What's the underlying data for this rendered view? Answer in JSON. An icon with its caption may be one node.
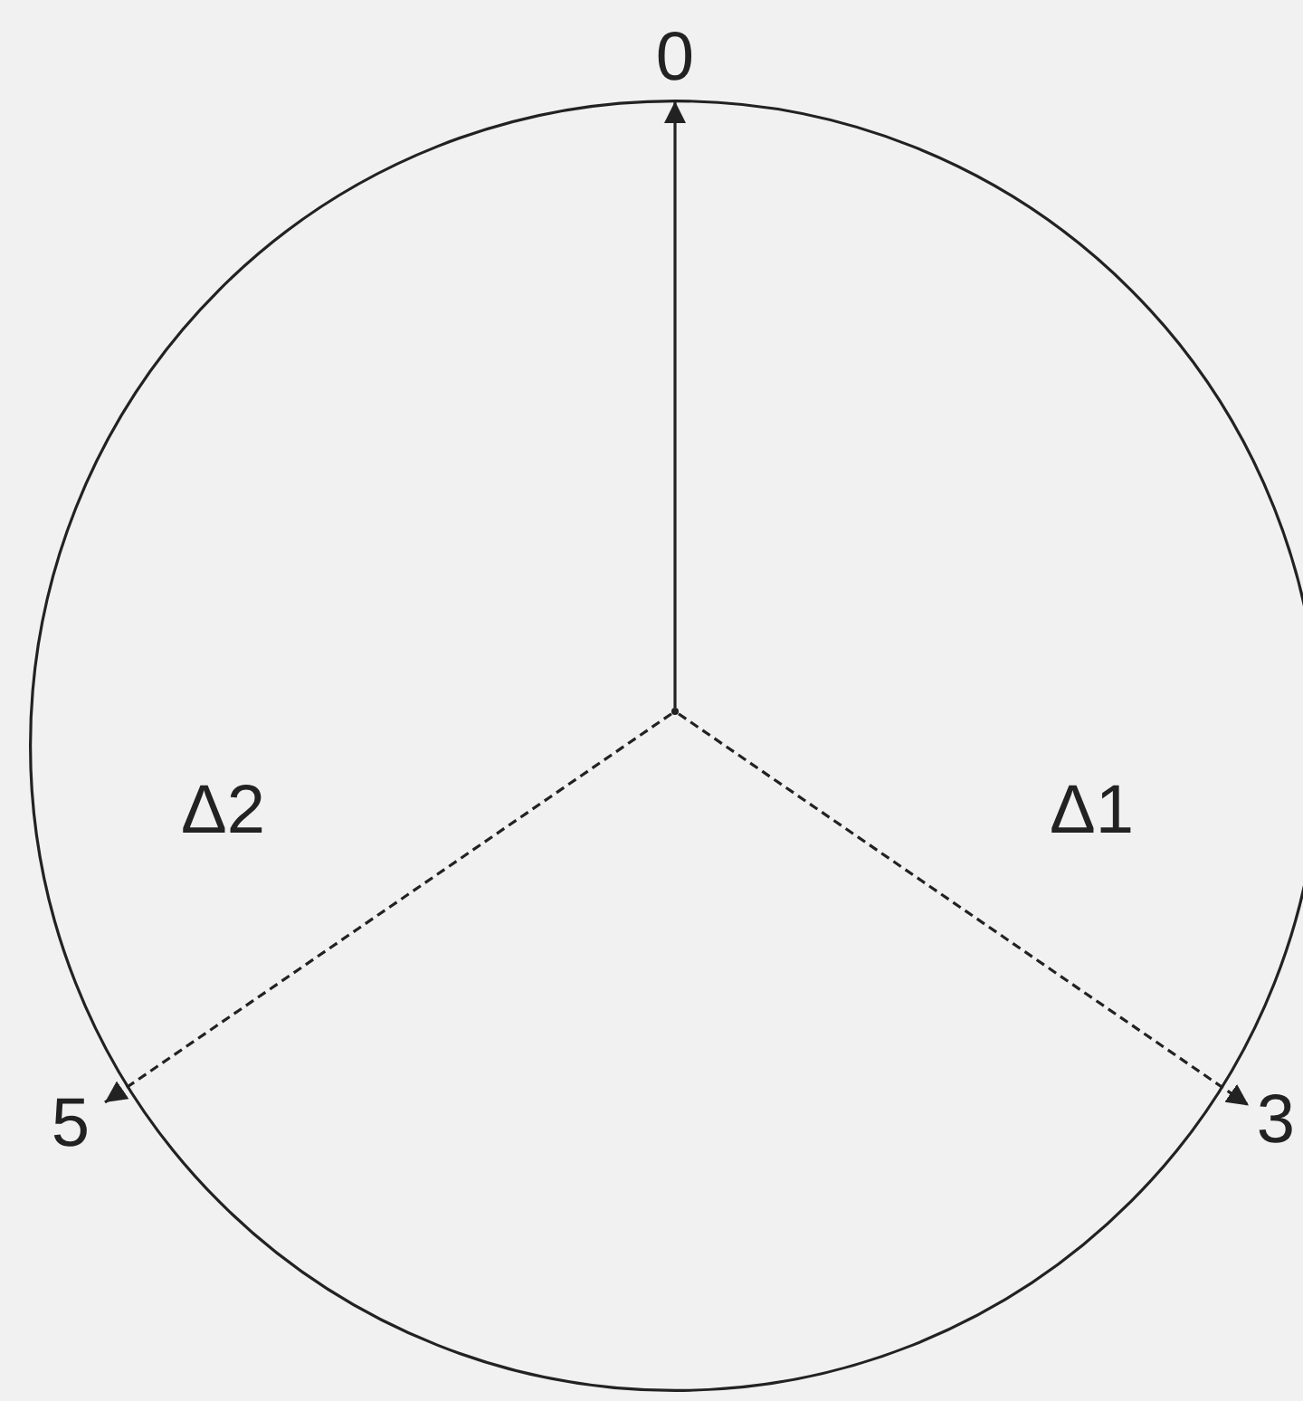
{
  "diagram": {
    "nodes": [
      {
        "text": [],
        "shape": "circle"
      },
      {
        "text": [],
        "shape": "dot",
        "in": 0
      },
      {
        "text": [
          "0"
        ]
      },
      {
        "text": [
          "3"
        ]
      },
      {
        "text": [
          "5"
        ]
      }
    ],
    "edges": [
      {
        "from": 1,
        "to": 2,
        "arrow": "to"
      },
      {
        "from": 1,
        "to": 3,
        "arrow": "to",
        "style": "dashed"
      },
      {
        "from": 1,
        "to": 4,
        "arrow": "to",
        "style": "dashed"
      }
    ],
    "labels": [
      "Δ2",
      "Δ1"
    ]
  }
}
